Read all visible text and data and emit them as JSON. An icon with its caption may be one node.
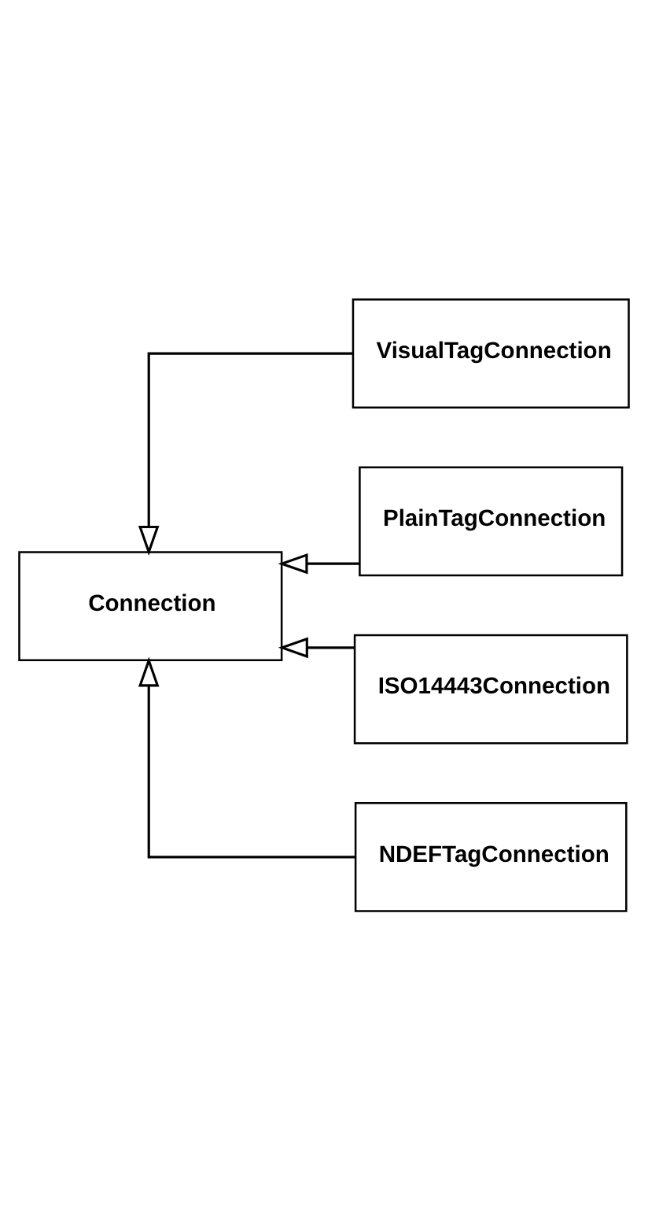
{
  "diagram": {
    "nodes": [
      {
        "text": [
          "Connection"
        ]
      },
      {
        "text": [
          "VisualTagConnection"
        ]
      },
      {
        "text": [
          "PlainTagConnection"
        ]
      },
      {
        "text": [
          "ISO14443Connection"
        ]
      },
      {
        "text": [
          "NDEFTagConnection"
        ]
      }
    ],
    "edges": [
      {
        "from": 1,
        "to": 0,
        "arrow": "to"
      },
      {
        "from": 2,
        "to": 0,
        "arrow": "to"
      },
      {
        "from": 3,
        "to": 0,
        "arrow": "to"
      },
      {
        "from": 4,
        "to": 0,
        "arrow": "to"
      }
    ]
  }
}
